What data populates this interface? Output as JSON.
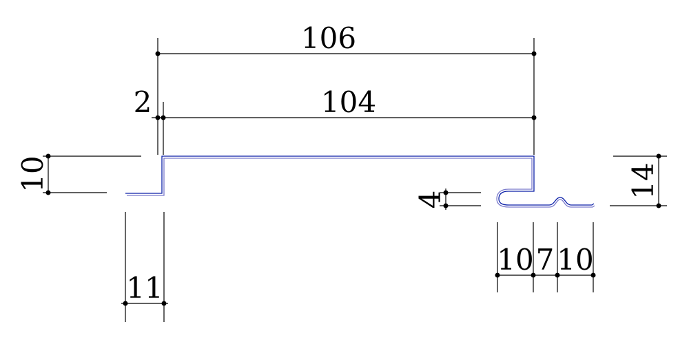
{
  "colors": {
    "profile_outer": "#0a1fa8",
    "profile_inner": "#7a7acc",
    "dimension": "#000000",
    "background": "#ffffff"
  },
  "dimensions": {
    "overall_width": "106",
    "inner_width": "104",
    "step_offset": "2",
    "left_height": "10",
    "right_height": "14",
    "hook_height": "4",
    "left_flange": "11",
    "hook_width": "10",
    "groove_width": "7",
    "tail_width": "10"
  }
}
